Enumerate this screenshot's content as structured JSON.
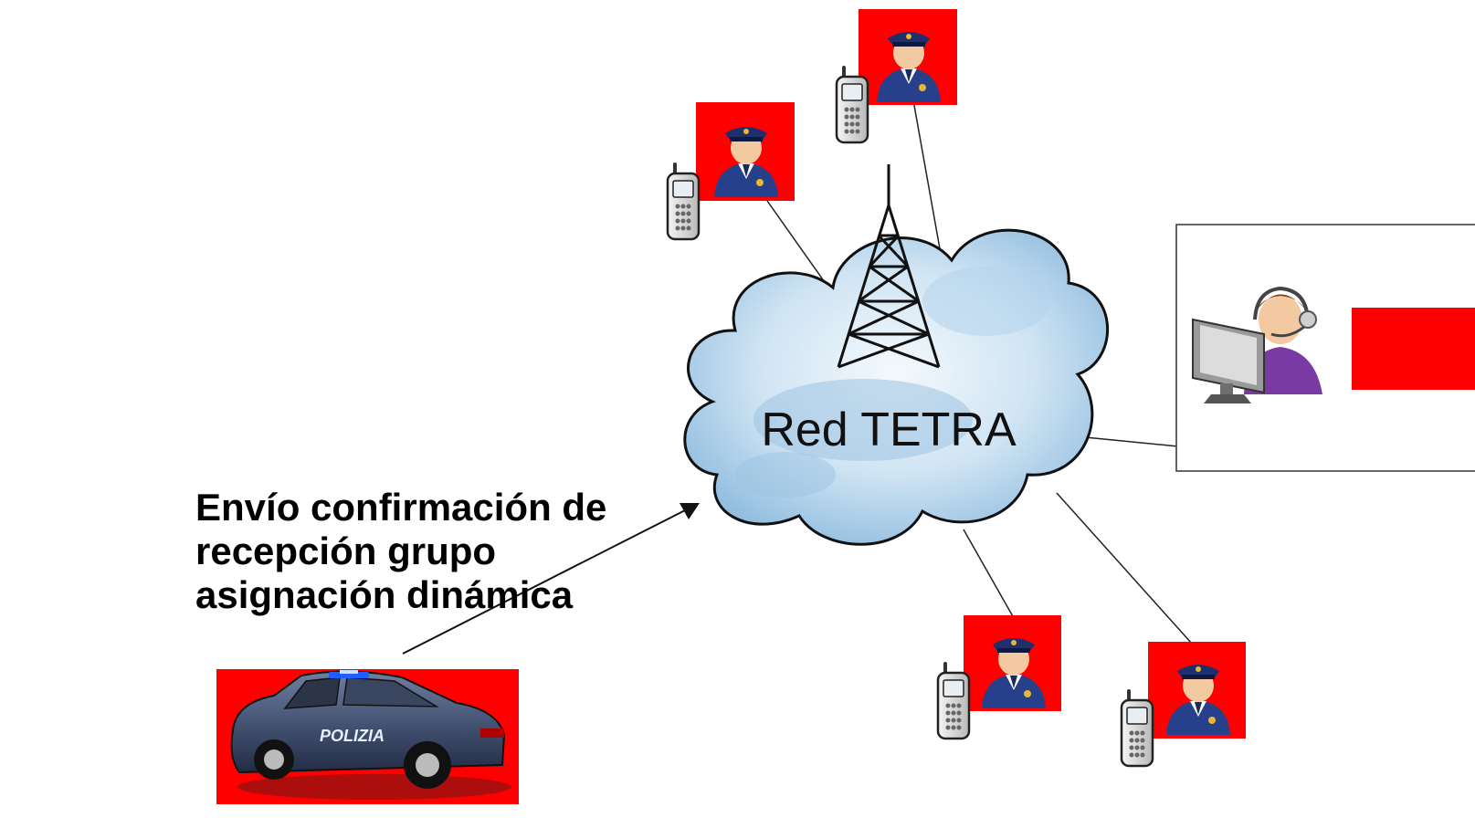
{
  "network": {
    "label": "Red TETRA"
  },
  "caption": {
    "lines": [
      "Envío confirmación de",
      "recepción grupo",
      "asignación dinámica"
    ]
  },
  "car": {
    "text": "POLIZIA"
  },
  "colors": {
    "highlight": "#ff0000",
    "cloud": "#a9cde6",
    "uniform": "#27408b",
    "operator": "#7a3aa3"
  }
}
